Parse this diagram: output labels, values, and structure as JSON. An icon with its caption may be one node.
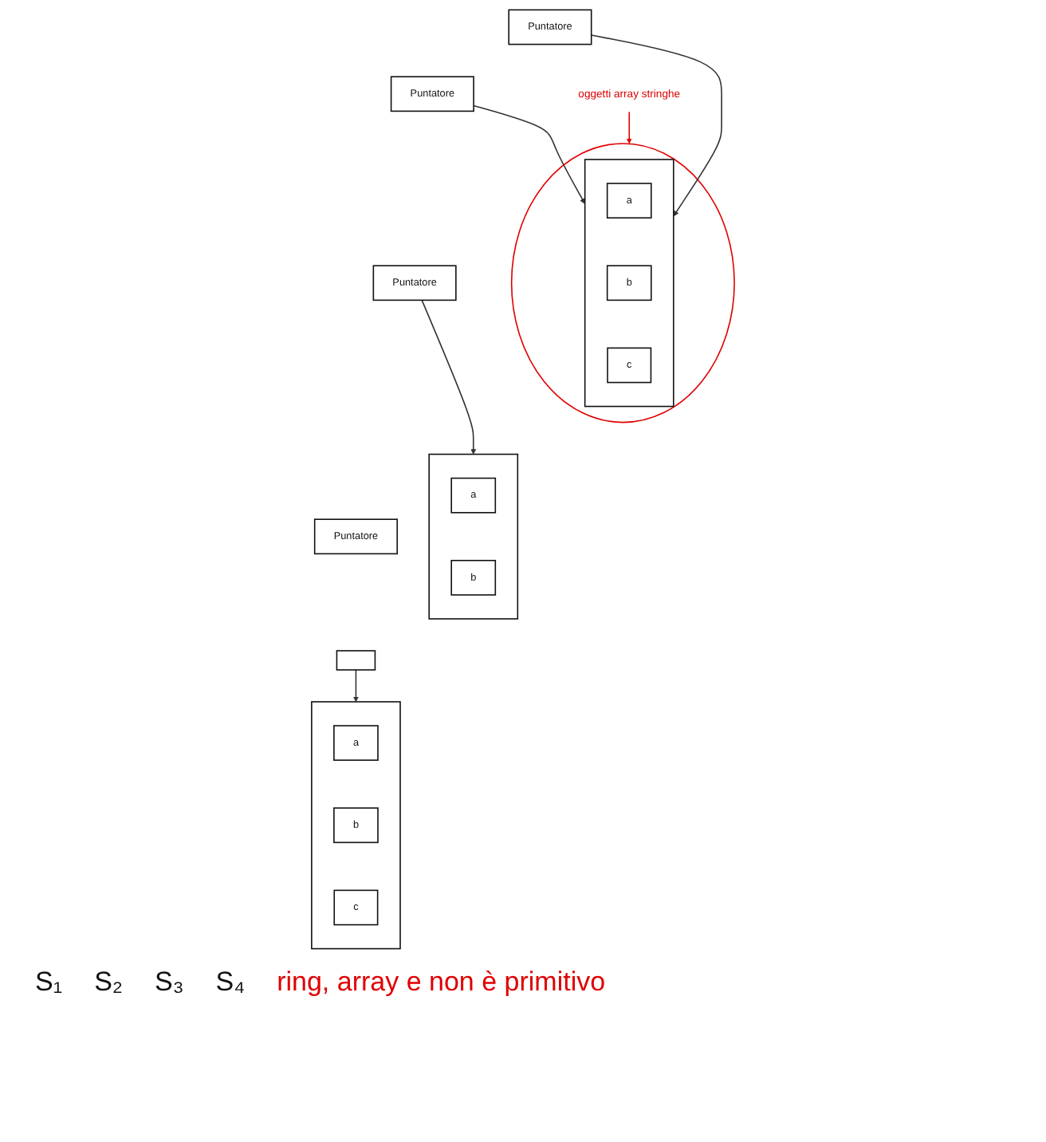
{
  "diagram": {
    "nodes": [
      {
        "text": [
          "Puntatore"
        ]
      },
      {
        "text": [
          "Puntatore"
        ]
      },
      {
        "text": [
          "Puntatore"
        ]
      },
      {
        "text": [
          "Puntatore"
        ]
      },
      {
        "text": [],
        "shape": "box"
      },
      {
        "text": [],
        "shape": "circle"
      },
      {
        "text": [],
        "shape": "box",
        "in": 5
      },
      {
        "text": [
          "a"
        ],
        "in": 6
      },
      {
        "text": [
          "b"
        ],
        "in": 6
      },
      {
        "text": [
          "c"
        ],
        "in": 6
      },
      {
        "text": [],
        "shape": "box"
      },
      {
        "text": [
          "a"
        ],
        "in": 10
      },
      {
        "text": [
          "b"
        ],
        "in": 10
      },
      {
        "text": [],
        "shape": "box"
      },
      {
        "text": [
          "a"
        ],
        "in": 13
      },
      {
        "text": [
          "b"
        ],
        "in": 13
      },
      {
        "text": [
          "c"
        ],
        "in": 13
      },
      {
        "text": [
          "oggetti array stringhe"
        ]
      }
    ],
    "edges": [
      {
        "from": 0,
        "to": 6,
        "arrow": "to"
      },
      {
        "from": 1,
        "to": 6,
        "arrow": "to"
      },
      {
        "from": 2,
        "to": 10,
        "arrow": "to"
      },
      {
        "from": 4,
        "to": 13,
        "arrow": "to"
      },
      {
        "from": 17,
        "to": 5,
        "arrow": "to",
        "color": "#e00000"
      }
    ],
    "labels": [
      "S₁",
      "S₂",
      "S₃",
      "S₄",
      "ring, array e non è primitivo"
    ]
  }
}
